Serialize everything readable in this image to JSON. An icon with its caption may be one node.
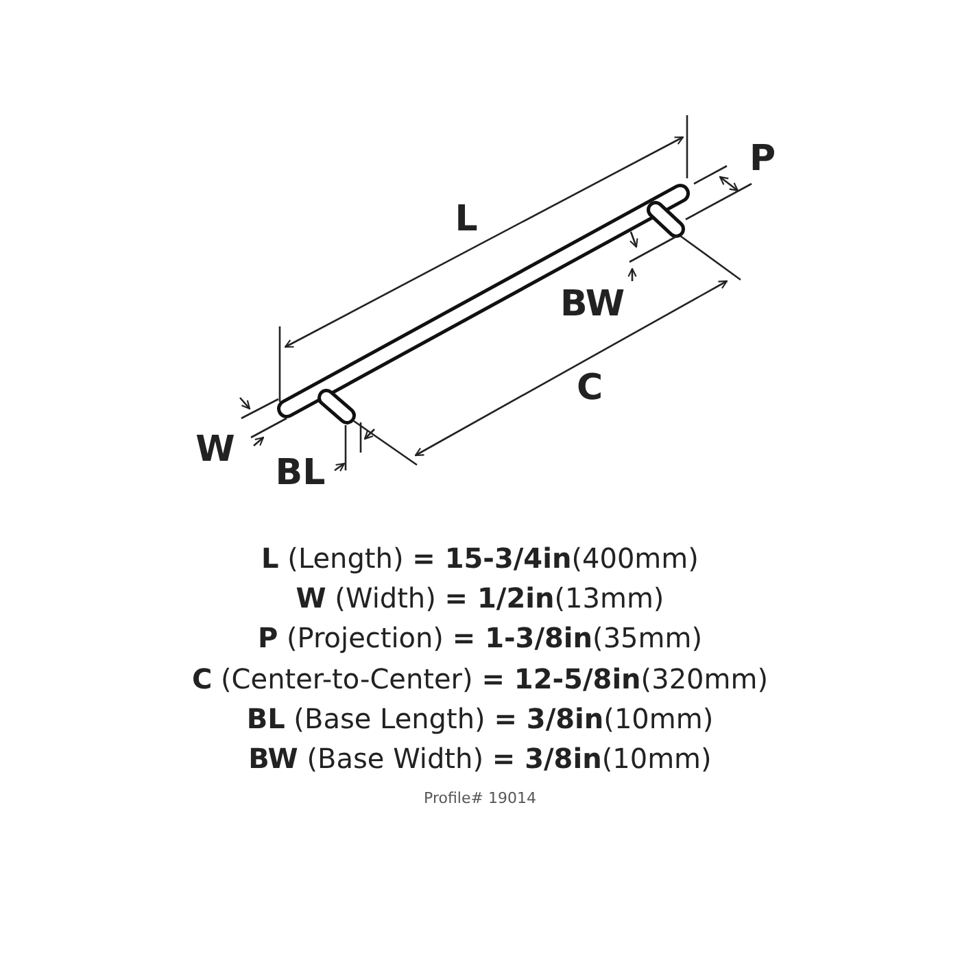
{
  "diagram": {
    "labels": [
      "L",
      "P",
      "BW",
      "C",
      "W",
      "BL",
      "**L** (Length) **= 15-3/4in**(400mm)",
      "**W** (Width) **= 1/2in**(13mm)",
      "**P** (Projection) **= 1-3/8in**(35mm)",
      "**C** (Center-to-Center) **= 12-5/8in**(320mm)",
      "**BL** (Base Length) **= 3/8in**(10mm)",
      "**BW** (Base Width) **= 3/8in**(10mm)",
      "Profile# 19014"
    ]
  }
}
